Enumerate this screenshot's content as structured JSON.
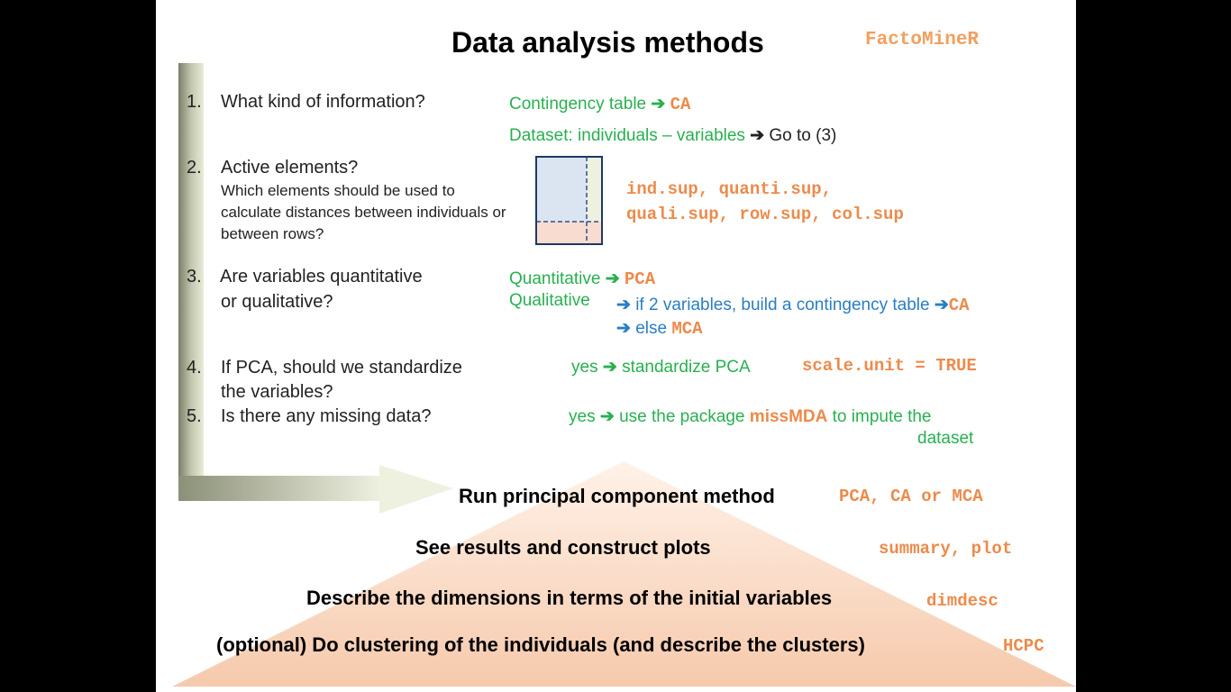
{
  "title": "Data analysis methods",
  "brand": "FactoMineR",
  "q1": {
    "num": "1.",
    "text": "What kind of information?",
    "opt1": "Contingency table",
    "opt1_result": "CA",
    "opt2": "Dataset: individuals – variables",
    "opt2_result": "Go to (3)"
  },
  "q2": {
    "num": "2.",
    "text": "Active elements?",
    "sub": "Which elements should be used to calculate distances between individuals or between rows?",
    "code1": "ind.sup, quanti.sup,",
    "code2": "quali.sup, row.sup, col.sup"
  },
  "q3": {
    "num": "3.",
    "line1": "Are variables quantitative",
    "line2": "or qualitative?",
    "quant": "Quantitative",
    "quant_result": "PCA",
    "qual": "Qualitative",
    "qual_if": "if 2 variables, build a contingency table",
    "qual_if_result": "CA",
    "qual_else": "else",
    "qual_else_result": "MCA"
  },
  "q4": {
    "num": "4.",
    "line1": "If PCA, should we standardize",
    "line2": "the variables?",
    "yes": "yes",
    "answer": "standardize PCA",
    "code": "scale.unit = TRUE"
  },
  "q5": {
    "num": "5.",
    "text": "Is there any missing data?",
    "yes": "yes",
    "answer_pre": "use the package",
    "package": "missMDA",
    "answer_post": "to impute the",
    "answer_line2": "dataset"
  },
  "steps": [
    {
      "label": "Run principal component method",
      "code": "PCA, CA or MCA"
    },
    {
      "label": "See results and construct plots",
      "code": "summary, plot"
    },
    {
      "label": "Describe the dimensions in terms of the initial variables",
      "code": "dimdesc"
    },
    {
      "label": "(optional) Do clustering of the individuals (and describe the clusters)",
      "code": "HCPC"
    }
  ],
  "arrow_glyph": "➔"
}
